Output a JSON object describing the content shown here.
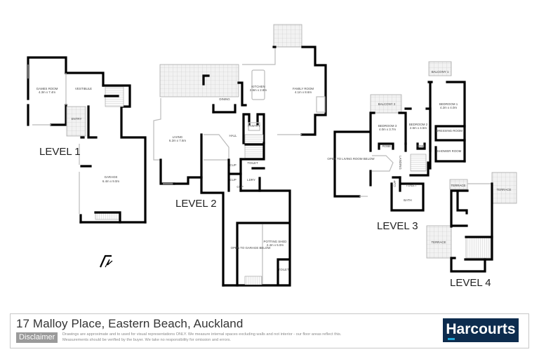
{
  "footer": {
    "address": "17 Malloy Place, Eastern Beach, Auckland",
    "disclaimer_label": "Disclaimer",
    "disclaimer_line1": "Drawings are approximate and to used for visual representations ONLY. We measure internal spaces excluding walls and not interior - our floor areas reflect this.",
    "disclaimer_line2": "Measurements should be verified by the buyer. We take no responsibility for omission and errors.",
    "brand": "Harcourts",
    "brand_color": "#0d2c4e",
    "brand_accent": "#1ea6d9"
  },
  "compass": {
    "icon": "north-arrow-icon",
    "letter": "N"
  },
  "levels": [
    {
      "label": "LEVEL 1",
      "rooms": [
        {
          "name": "GAMES ROOM",
          "size": "4.3m x 7.4m"
        },
        {
          "name": "VESTIBULE",
          "size": ""
        },
        {
          "name": "ENTRY",
          "size": ""
        },
        {
          "name": "GARAGE",
          "size": "6.4m x 9.0m"
        }
      ]
    },
    {
      "label": "LEVEL 2",
      "rooms": [
        {
          "name": "KITCHEN",
          "size": "2.6m x 2.8m"
        },
        {
          "name": "FAMILY ROOM",
          "size": "4.1m x 8.6m"
        },
        {
          "name": "DINING",
          "size": ""
        },
        {
          "name": "LIVING",
          "size": "6.2m x 7.6m"
        },
        {
          "name": "HALL",
          "size": ""
        },
        {
          "name": "PANTRY",
          "size": ""
        },
        {
          "name": "TOILET",
          "size": ""
        },
        {
          "name": "CUP",
          "size": ""
        },
        {
          "name": "CUP",
          "size": ""
        },
        {
          "name": "CUP",
          "size": ""
        },
        {
          "name": "LDRY",
          "size": ""
        },
        {
          "name": "OPEN TO GARAGE BELOW",
          "size": ""
        },
        {
          "name": "POTTING SHED",
          "size": "2.4m x 5.0m"
        },
        {
          "name": "TOILET",
          "size": ""
        }
      ]
    },
    {
      "label": "LEVEL 3",
      "rooms": [
        {
          "name": "BALCONY 1",
          "size": ""
        },
        {
          "name": "BALCONY 2",
          "size": ""
        },
        {
          "name": "BEDROOM 1",
          "size": "4.2m x 4.0m"
        },
        {
          "name": "BEDROOM 2",
          "size": "2.6m x 4.5m"
        },
        {
          "name": "BEDROOM 3",
          "size": "4.0m x 3.7m"
        },
        {
          "name": "ROBE",
          "size": ""
        },
        {
          "name": "ROBE",
          "size": ""
        },
        {
          "name": "DRESSING ROOM",
          "size": ""
        },
        {
          "name": "SHOWER ROOM",
          "size": ""
        },
        {
          "name": "OPEN TO LIVING ROOM BELOW",
          "size": ""
        },
        {
          "name": "LANDING",
          "size": ""
        },
        {
          "name": "CUP",
          "size": ""
        },
        {
          "name": "TOILET",
          "size": ""
        },
        {
          "name": "BATH",
          "size": ""
        }
      ]
    },
    {
      "label": "LEVEL 4",
      "rooms": [
        {
          "name": "TERRACE",
          "size": ""
        },
        {
          "name": "TERRACE",
          "size": ""
        },
        {
          "name": "TERRACE",
          "size": ""
        }
      ]
    }
  ]
}
